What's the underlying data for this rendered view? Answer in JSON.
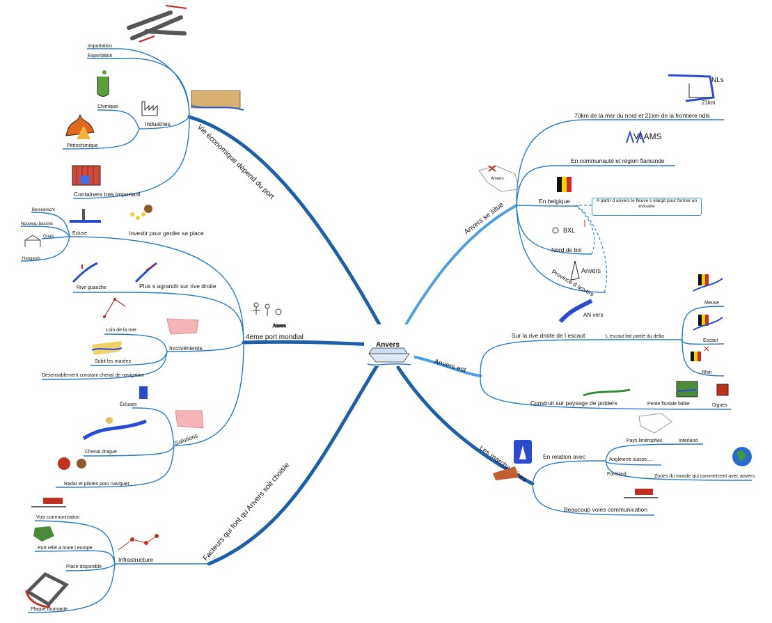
{
  "center": {
    "label": "Anvers"
  },
  "branches": {
    "vie_eco": {
      "label": "Vie économique dépend du port"
    },
    "port_mondial": {
      "label": "4eme port mondial"
    },
    "facteurs": {
      "label": "Facteurs qui font qu Anvers soit choisie"
    },
    "se_situe": {
      "label": "Anvers se situe"
    },
    "est": {
      "label": "Anvers est"
    },
    "marchandises": {
      "label": "Les marchandises"
    }
  },
  "vie_eco": {
    "importation": "Importation",
    "exportation": "Exportation",
    "industries": "Industries",
    "chimique": "Chimique",
    "petrochimique": "Pétrochimique",
    "containers": "Containers tres important"
  },
  "port_mondial": {
    "investir": "Investir pour gerder sa place",
    "ecluse": "Ecluse",
    "berendrecht": "Berendrecht",
    "nouveau_bassins": "Nouveau bassins",
    "quais": "Quais",
    "hangards": "Hangards",
    "agrandir": "Plus s agrandir sur rive droite",
    "rive_gauche": "Rive guauche",
    "incovenients": "Incovénients",
    "loin_mer": "Loin de la mer",
    "subit_marees": "Subit les marées",
    "desensablement": "Désensablement constant chenal de navigation",
    "solutions": "Solutions",
    "ecluses": "Écluses",
    "chenal_drague": "Chenal dragué",
    "radar": "Radar et pilotes pour naviguer"
  },
  "facteurs": {
    "infrastructure": "Infrastructure",
    "voix_communication": "Voix communication",
    "port_relie": "Port relié a toute l europe",
    "place_disponible": "Place disponible",
    "plaque_tournante": "Plaque tournante"
  },
  "se_situe": {
    "distance": "70km de la mer du nord et 21km de la frontière ndls",
    "communaute": "En communauté et région flamande",
    "belgique": "En belgique",
    "nord_bxl": "Nord de bxl",
    "province": "Province d anvers",
    "note": "A partir d anvers le fleuve s elargit pour former un estuaire",
    "map_text": "Anvers",
    "vlams": "VLAMS",
    "nls": "NLs",
    "km": "21km",
    "bxl": "BXL",
    "anvers_hand": "Anvers"
  },
  "est": {
    "rive_droite": "Sur la rive droite de l escaut",
    "delta": "L escaut fait partie du delta",
    "meuse": "Meuse",
    "escaut": "Escaut",
    "rhin": "Rhin",
    "polders": "Construit sur paysage de polders",
    "pente": "Pente fluviale faible",
    "digues": "Digues",
    "anvers_hand": "AN vers"
  },
  "marchandises": {
    "relation": "En relation avec",
    "pays": "Pays limitrophes",
    "interland": "Interland",
    "angleterre": "Angleterre suisse.....",
    "foreland": "Foreland",
    "zones": "Zones du monde qui commercent avec anvers",
    "voies": "Beaucoup voies communication"
  },
  "colors": {
    "branch_dark": "#1f5fa8",
    "branch_light": "#5aa8e6",
    "line": "#2a78c8",
    "note_border": "#3a8fd8"
  }
}
